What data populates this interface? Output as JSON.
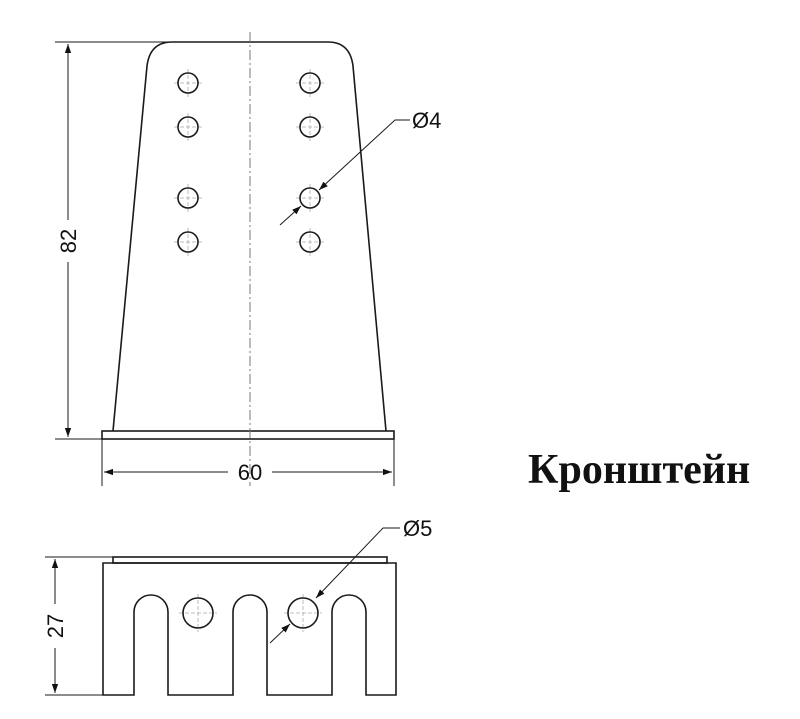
{
  "title": "Кронштейн",
  "dimensions": {
    "height_top_view": "82",
    "width_top_view": "60",
    "hole_diameter_top": "Ø4",
    "height_front_view": "27",
    "hole_diameter_front": "Ø5"
  }
}
